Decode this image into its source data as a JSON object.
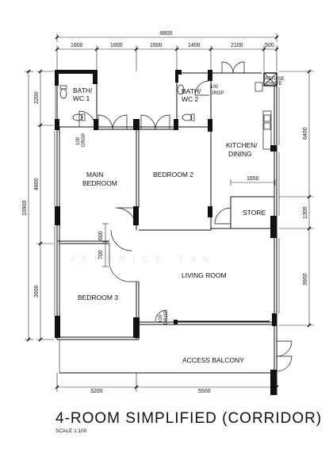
{
  "title": "4-ROOM SIMPLIFIED (CORRIDOR)",
  "scale": "SCALE   1:100",
  "watermark": "JEFFRICE TAN",
  "rooms": {
    "bath_wc_1": [
      "BATH/",
      "WC 1"
    ],
    "bath_wc_2": [
      "BATH/",
      "WC 2"
    ],
    "kitchen": [
      "KITCHEN/",
      "DINING"
    ],
    "main_bedroom": [
      "MAIN",
      "BEDROOM"
    ],
    "bedroom_2": "BEDROOM  2",
    "bedroom_3": "BEDROOM  3",
    "store": "STORE",
    "living_room": "LIVING ROOM",
    "access_balcony": "ACCESS BALCONY",
    "refuse_chute": [
      "REFUSE",
      "CHUTE"
    ]
  },
  "annotations": {
    "drop_1": [
      "100",
      "DROP"
    ],
    "drop_2": [
      "100",
      "DROP"
    ],
    "drop_3": [
      "100",
      "DROP"
    ]
  },
  "dimensions": {
    "overall_width": "8800",
    "top_segments": [
      "1600",
      "1600",
      "1600",
      "1400",
      "2100",
      "500"
    ],
    "bottom_segments": [
      "3200",
      "5500"
    ],
    "left_overall": "10900",
    "left_segments": [
      "2200",
      "4800",
      "3900"
    ],
    "right_segments": [
      "6400",
      "1300",
      "3900"
    ],
    "store_width": "1650",
    "opening_600": "600",
    "opening_700": "700"
  }
}
